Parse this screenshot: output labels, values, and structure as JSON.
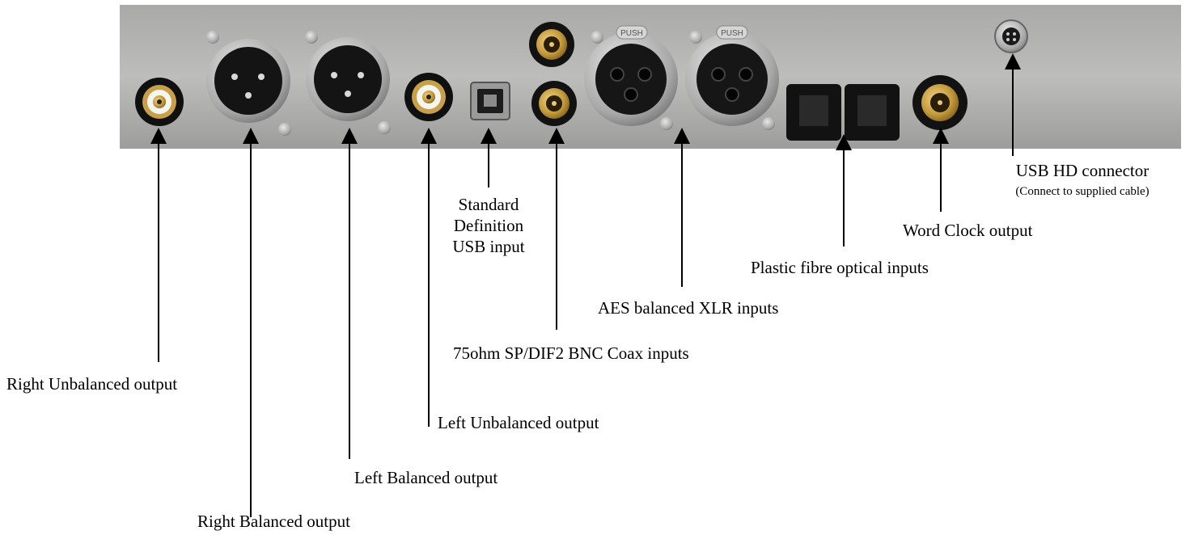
{
  "panel": {
    "push_label": "PUSH"
  },
  "labels": {
    "right_unbalanced": "Right Unbalanced output",
    "right_balanced": "Right Balanced output",
    "left_balanced": "Left Balanced output",
    "left_unbalanced": "Left Unbalanced output",
    "usb_sd_line1": "Standard",
    "usb_sd_line2": "Definition",
    "usb_sd_line3": "USB input",
    "bnc_coax": "75ohm SP/DIF2 BNC Coax inputs",
    "aes_xlr": "AES balanced XLR inputs",
    "optical": "Plastic fibre optical inputs",
    "word_clock": "Word Clock output",
    "usb_hd": "USB HD connector",
    "usb_hd_note": "(Connect to supplied cable)"
  },
  "colors": {
    "panel": "#b4b4b2",
    "connector_dark": "#141414",
    "gold": "#c49a3a",
    "arrow": "#000000"
  }
}
